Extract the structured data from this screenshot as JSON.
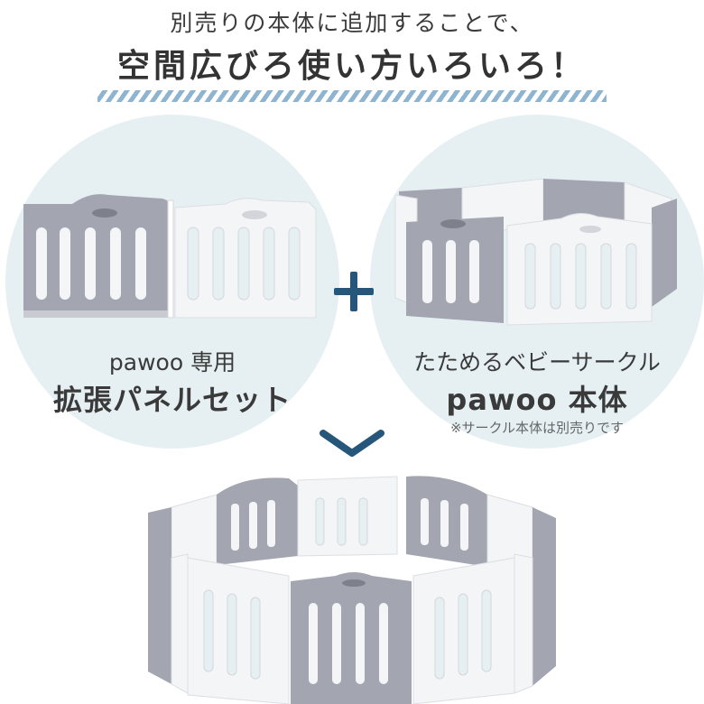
{
  "header": {
    "line1": "別売りの本体に追加することで、",
    "line2": "空間広びろ使い方いろいろ！"
  },
  "left_item": {
    "line1": "pawoo 専用",
    "line2": "拡張パネルセット"
  },
  "right_item": {
    "line1": "たためるベビーサークル",
    "line2": "pawoo 本体",
    "note": "※サークル本体は別売りです"
  },
  "colors": {
    "accent_navy": "#26567a",
    "circle_bg": "#e6f0f3",
    "stripe": "#8fb4cf",
    "panel_gray": "#a3a6b1",
    "panel_white": "#f4f5f7"
  }
}
